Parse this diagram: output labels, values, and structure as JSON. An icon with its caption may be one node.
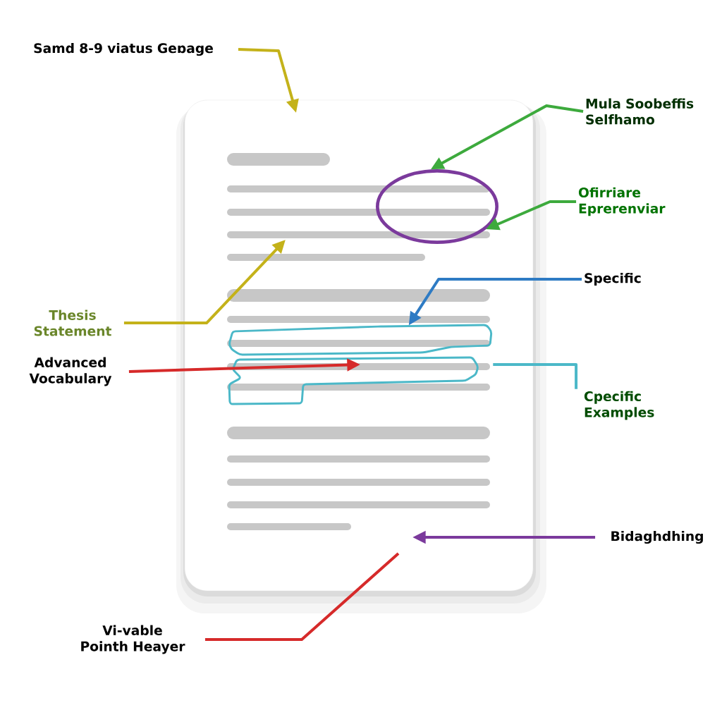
{
  "diagram": {
    "nodes": [
      {
        "text": [
          "Samd 8-9 viatus Geɒage"
        ]
      },
      {
        "text": [
          "Mula Soobeffis Selfhamo"
        ]
      },
      {
        "text": [
          "Ofirriare Eprerenviar"
        ]
      },
      {
        "text": [
          "Specific"
        ]
      },
      {
        "text": [
          "Thesis Statement"
        ]
      },
      {
        "text": [
          "Advanced Vocabulary"
        ]
      },
      {
        "text": [
          "Cpecific Examples"
        ]
      },
      {
        "text": [
          "Bidaghdhing"
        ]
      },
      {
        "text": [
          "Vi-vable Pointh Heayer"
        ]
      },
      {
        "text": [],
        "shape": "circle"
      },
      {
        "text": [],
        "shape": "box"
      }
    ],
    "edges": [
      {
        "from": 0,
        "to": null,
        "arrow": "to",
        "color": "#c4b21a"
      },
      {
        "from": 1,
        "to": 9,
        "arrow": "to",
        "color": "#3daa3d"
      },
      {
        "from": 2,
        "to": 9,
        "arrow": "to",
        "color": "#3daa3d"
      },
      {
        "from": 3,
        "to": 10,
        "arrow": "to",
        "color": "#2e7bc4"
      },
      {
        "from": 4,
        "to": null,
        "arrow": "to",
        "color": "#c4b21a"
      },
      {
        "from": 5,
        "to": 10,
        "arrow": "to",
        "color": "#d62a2a"
      },
      {
        "from": 6,
        "to": 10,
        "arrow": "none",
        "color": "#4bb8c8"
      },
      {
        "from": 7,
        "to": null,
        "arrow": "to",
        "color": "#7b3a9c"
      },
      {
        "from": 8,
        "to": null,
        "arrow": "none",
        "color": "#d62a2a"
      }
    ]
  }
}
